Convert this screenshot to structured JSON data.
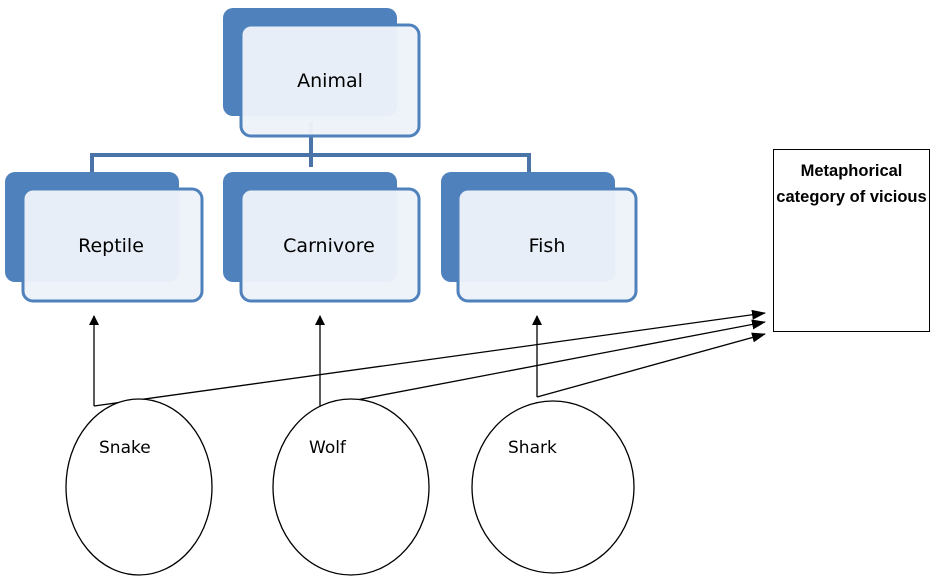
{
  "diagram": {
    "root": {
      "label": "Animal"
    },
    "categories": [
      {
        "label": "Reptile"
      },
      {
        "label": "Carnivore"
      },
      {
        "label": "Fish"
      }
    ],
    "instances": [
      {
        "label": "Snake",
        "category": "Reptile"
      },
      {
        "label": "Wolf",
        "category": "Carnivore"
      },
      {
        "label": "Shark",
        "category": "Fish"
      }
    ],
    "metaphor_box": {
      "label": "Metaphorical category of vicious"
    },
    "colors": {
      "box_fill": "#4f81bd",
      "box_front": "#edf2f9",
      "connector": "#4a73a8"
    }
  }
}
